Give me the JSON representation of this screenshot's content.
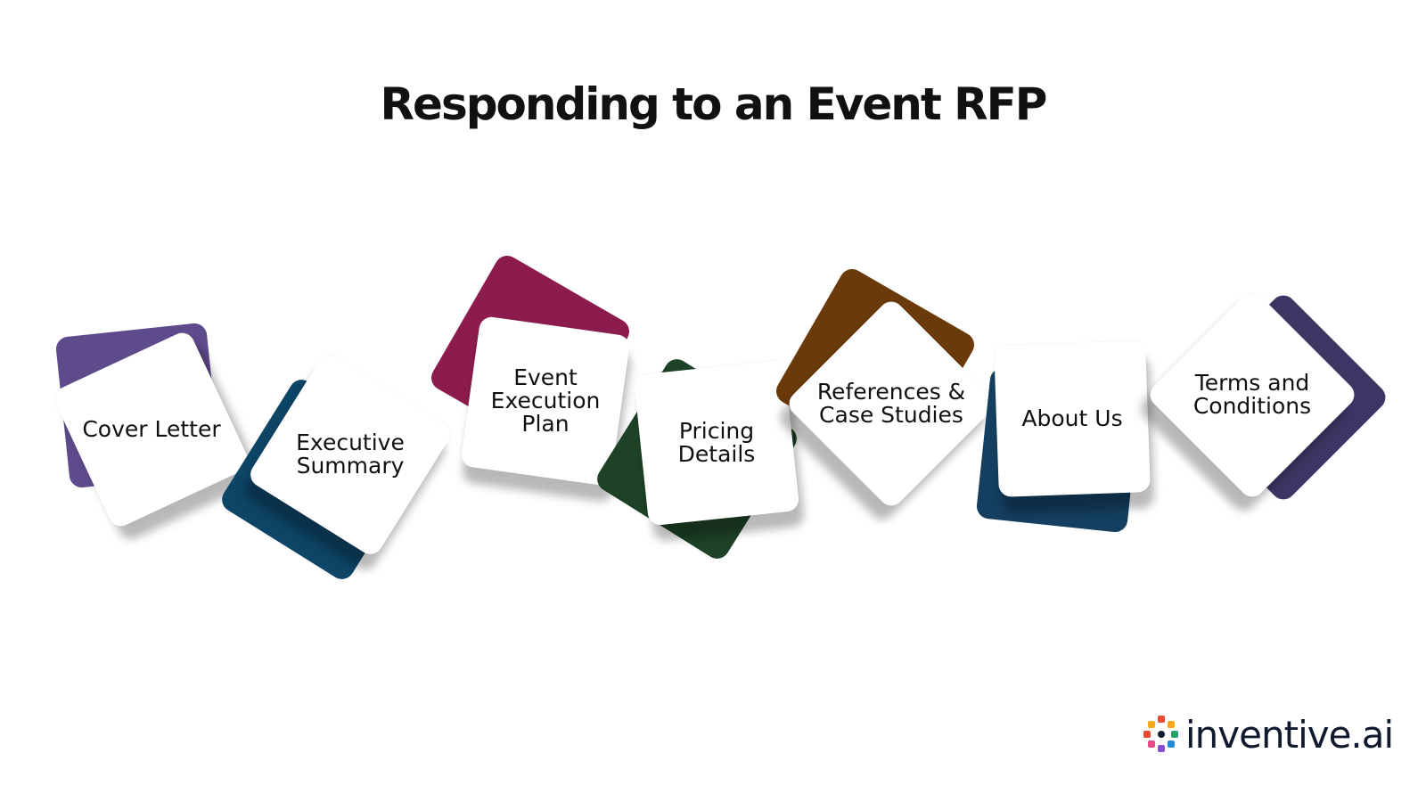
{
  "title": "Responding to an Event RFP",
  "steps": [
    {
      "label": "Cover Letter",
      "color": "#5e4b8c"
    },
    {
      "label": "Executive\nSummary",
      "color": "#0d4566"
    },
    {
      "label": "Event\nExecution\nPlan",
      "color": "#8c1c4e"
    },
    {
      "label": "Pricing\nDetails",
      "color": "#1e4226"
    },
    {
      "label": "References &\nCase Studies",
      "color": "#6a3a0a"
    },
    {
      "label": "About Us",
      "color": "#143f60"
    },
    {
      "label": "Terms and\nConditions",
      "color": "#3f3564"
    }
  ],
  "brand": {
    "name": "inventive.ai",
    "mark_colors": [
      "#e94b35",
      "#f7a81b",
      "#2aa36b",
      "#1f8ad8",
      "#8a4fd0",
      "#e84a8a"
    ]
  }
}
